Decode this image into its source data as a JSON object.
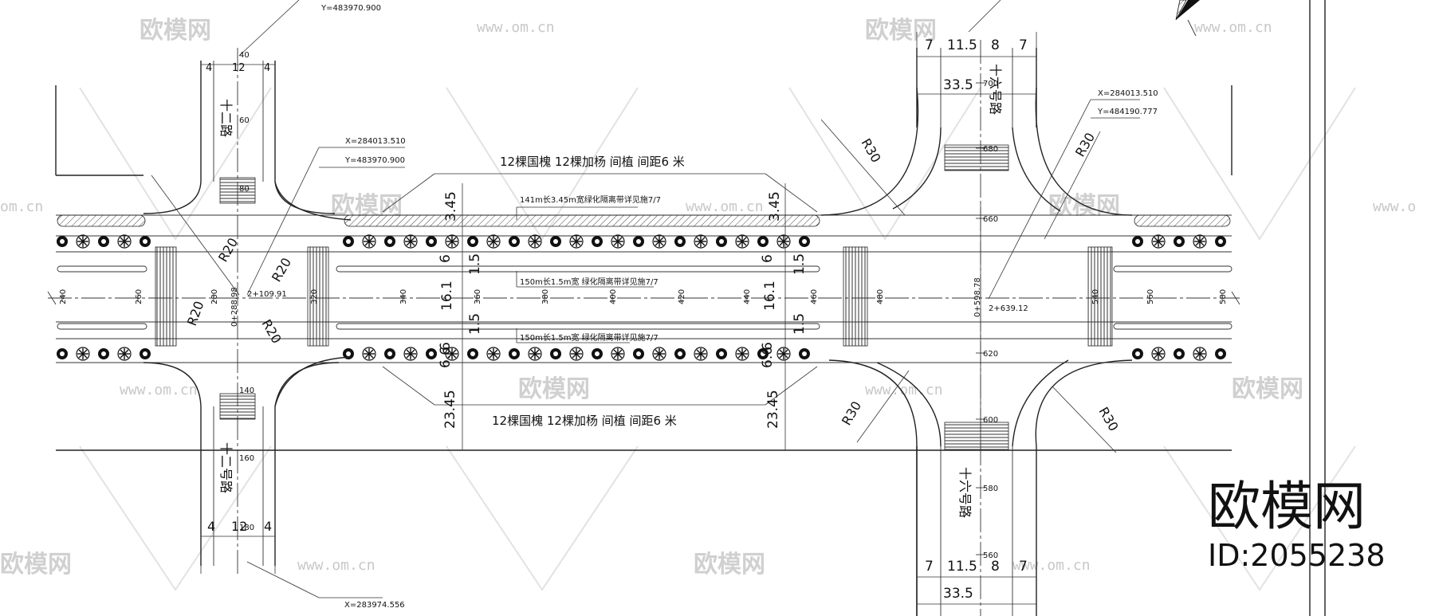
{
  "labels": {
    "tree_note_top": "12棵国槐  12棵加杨  间植  间距6 米",
    "tree_note_bottom": "12棵国槐  12棵加杨  间植  间距6 米",
    "median_top_note": "141m长3.45m宽绿化隔离带详见施7/7",
    "median_mid_note": "150m长1.5m宽  绿化隔离带详见施7/7",
    "median_low_note": "150m长1.5m宽  绿化隔离带详见施7/7",
    "coord_left_top_y": "Y=483970.900",
    "coord_left_x": "X=284013.510",
    "coord_left_y": "Y=483970.900",
    "coord_right_x": "X=284013.510",
    "coord_right_y": "Y=484190.777",
    "coord_bottom_x": "X=283974.556",
    "chainage_left": "2+109.91",
    "chainage_left_b": "0+288.98",
    "chainage_right": "2+639.12",
    "chainage_right_b": "0+598.78",
    "road_left_top": "十二路",
    "road_left_bottom": "十二号路",
    "road_right_top": "十六号路",
    "road_right_bottom": "十六号路",
    "r20_a": "R20",
    "r20_b": "R20",
    "r20_c": "R20",
    "r20_d": "R20",
    "r30_a": "R30",
    "r30_b": "R30",
    "r30_c": "R30",
    "r30_d": "R30",
    "dim_3345_a": "3.45",
    "dim_3345_b": "3.45",
    "dim_6_a": "6",
    "dim_6_b": "6",
    "dim_6_c": "6",
    "dim_6_d": "6",
    "dim_15_a": "1.5",
    "dim_15_b": "1.5",
    "dim_15_c": "1.5",
    "dim_15_d": "1.5",
    "dim_161_a": "16.1",
    "dim_161_b": "16.1",
    "dim_66_a": "6.6",
    "dim_66_b": "6.6",
    "dim_2345_a": "23.45",
    "dim_2345_b": "23.45",
    "dim_7_a": "7",
    "dim_7_b": "7",
    "dim_7_c": "7",
    "dim_7_d": "7",
    "dim_115_a": "11.5",
    "dim_115_b": "11.5",
    "dim_8_a": "8",
    "dim_8_b": "8",
    "dim_335_a": "33.5",
    "dim_335_b": "33.5",
    "dim_4_a": "4",
    "dim_4_b": "4",
    "dim_4_c": "4",
    "dim_4_d": "4",
    "dim_12_a": "12",
    "dim_12_b": "12",
    "stations_main": [
      "240",
      "260",
      "280",
      "320",
      "340",
      "360",
      "380",
      "400",
      "420",
      "440",
      "460",
      "480",
      "540",
      "560",
      "580"
    ],
    "stations_vert": [
      "700",
      "680",
      "660",
      "620",
      "600",
      "580",
      "560"
    ],
    "stations_leftv": [
      "60",
      "80",
      "140",
      "160",
      "180",
      "40"
    ],
    "brand_cn": "欧模网",
    "brand_id": "ID:2055238",
    "watermark_cn": "欧模网",
    "watermark_url": "www.om.cn",
    "watermark_url_b": "om.cn",
    "watermark_url_c": "www.o"
  },
  "colors": {
    "line": "#222222",
    "watermark": "#d0d0d0"
  }
}
